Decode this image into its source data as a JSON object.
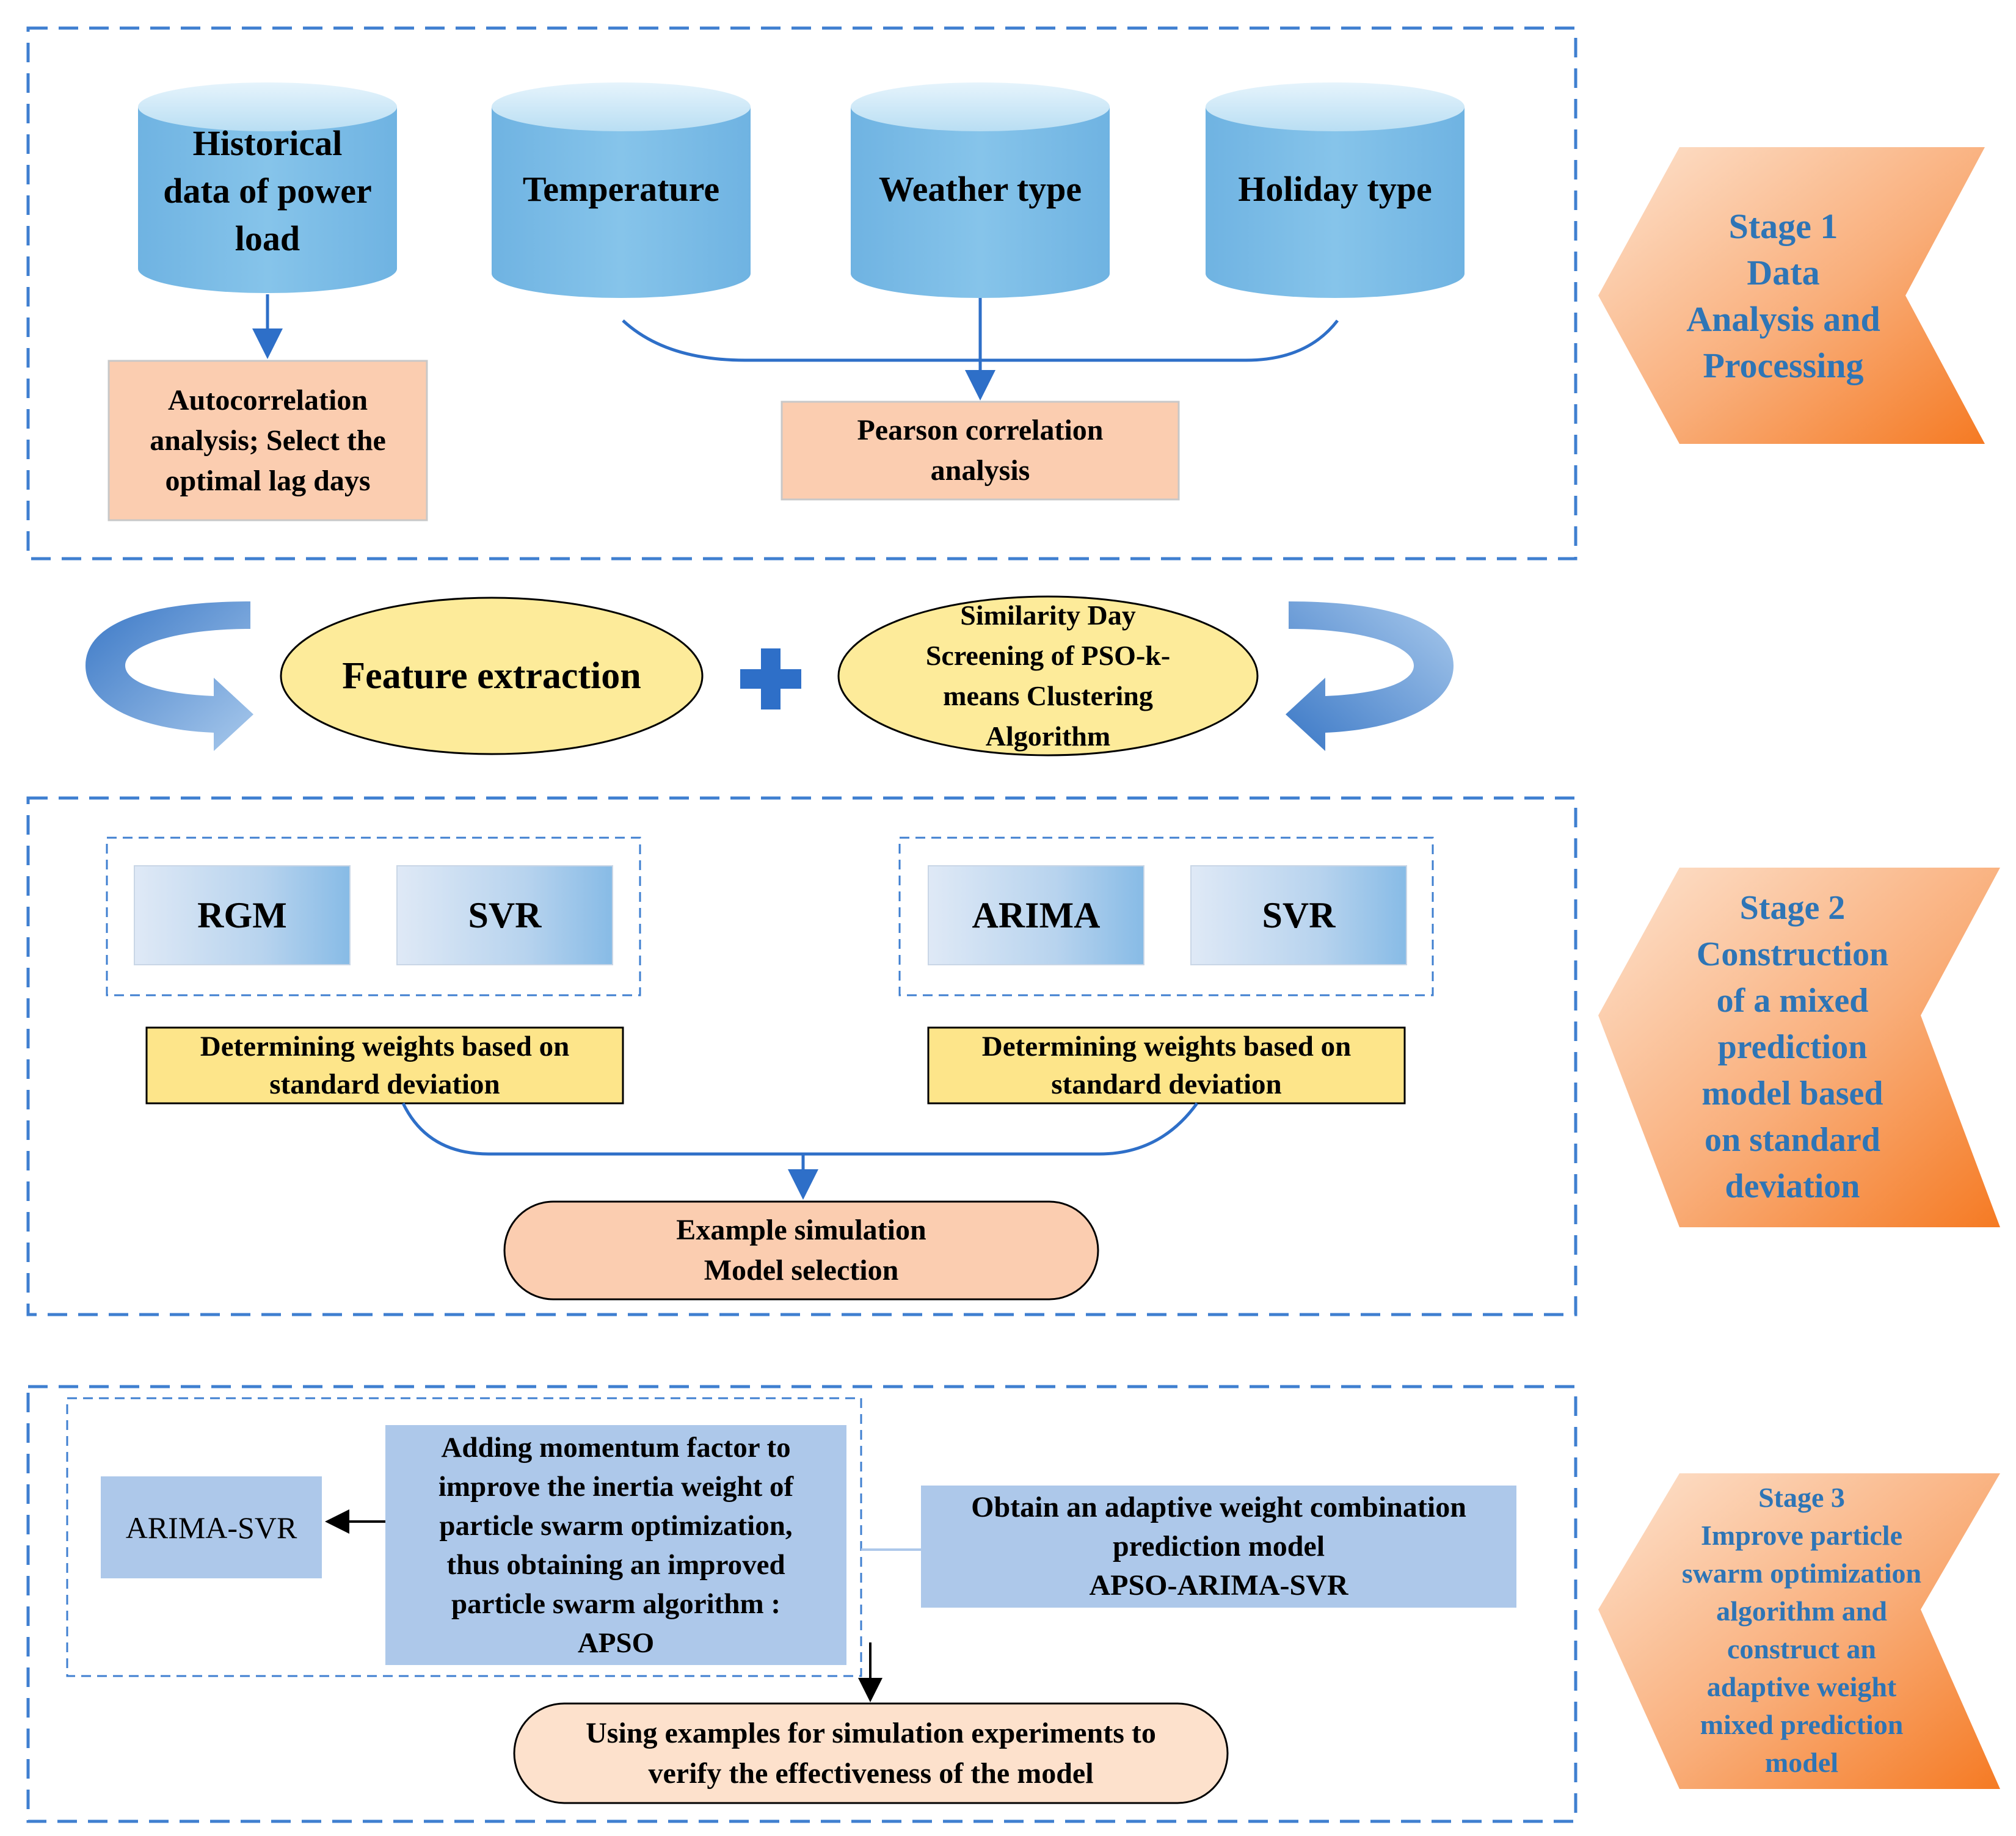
{
  "stage1": {
    "label": "Stage 1\nData\nAnalysis and\nProcessing",
    "cylinders": [
      "Historical\ndata of power\nload",
      "Temperature",
      "Weather type",
      "Holiday type"
    ],
    "autocorrelation": "Autocorrelation\nanalysis; Select the\noptimal lag days",
    "pearson": "Pearson correlation\nanalysis"
  },
  "middle": {
    "feature_extraction": "Feature extraction",
    "similarity_day": "Similarity Day\nScreening of PSO-k-\nmeans Clustering\nAlgorithm"
  },
  "stage2": {
    "label": "Stage 2\nConstruction\nof a mixed\nprediction\nmodel based\non standard\ndeviation",
    "left_models": [
      "RGM",
      "SVR"
    ],
    "right_models": [
      "ARIMA",
      "SVR"
    ],
    "weights_left": "Determining weights based on\nstandard deviation",
    "weights_right": "Determining weights based on\nstandard deviation",
    "example": "Example simulation\nModel selection"
  },
  "stage3": {
    "label": "Stage 3\nImprove particle\nswarm optimization\nalgorithm and\nconstruct an\nadaptive weight\nmixed prediction\nmodel",
    "arima_svr": "ARIMA-SVR",
    "momentum": "Adding momentum factor to\nimprove the inertia weight of\nparticle swarm optimization,\nthus obtaining an improved\nparticle swarm algorithm :\nAPSO",
    "adaptive": "Obtain an adaptive weight combination\nprediction model\nAPSO-ARIMA-SVR",
    "verify": "Using examples for simulation experiments to\nverify the effectiveness of the model"
  },
  "colors": {
    "frame_dash": "#3f7fd0",
    "cylinder": "#7fbde6",
    "salmon": "#fbcdb0",
    "yellow": "#fde58a",
    "ellipse": "#fdeb9a",
    "stage_text": "#2e75b6",
    "stage_arrow": "#f6893d",
    "light_blue_box": "#adc8ea",
    "arrow_blue": "#2e6fc8"
  }
}
